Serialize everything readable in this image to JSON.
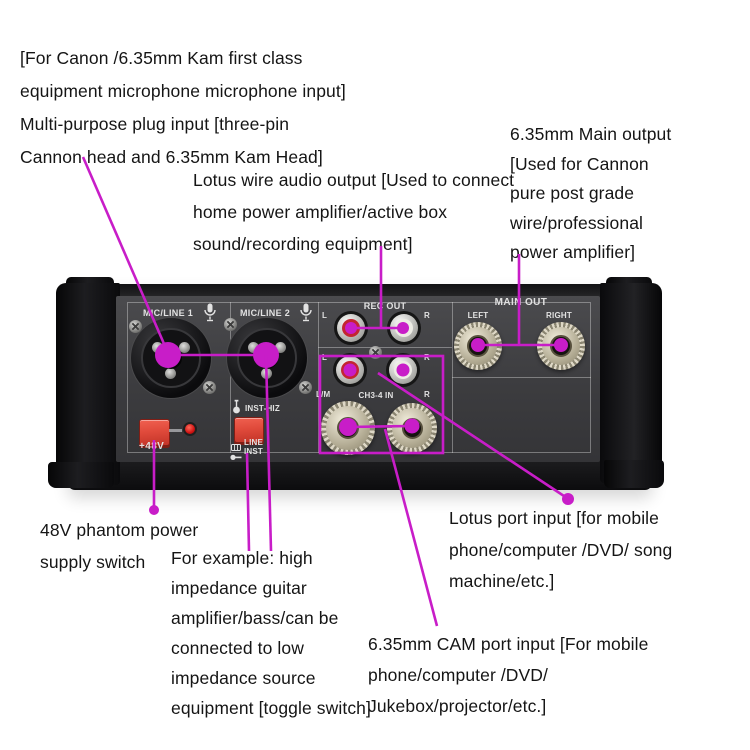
{
  "colors": {
    "annotation": "#c81dc8",
    "panel-light": "#4b4b4e",
    "panel-dark": "#343437",
    "chassis": "#1d1d1f",
    "label": "#e2e2e2",
    "rca-red": "#c32531",
    "rca-white": "#edece4",
    "button-red-hi": "#f06050",
    "text": "#151515"
  },
  "callouts": {
    "mic_input": {
      "lines": [
        "[For Canon /6.35mm Kam first class",
        "equipment microphone microphone input]",
        "Multi-purpose plug input [three-pin",
        "Cannon head and 6.35mm Kam Head]"
      ]
    },
    "lotus_output": {
      "lines": [
        "Lotus wire audio output [Used to connect",
        "home power amplifier/active box",
        "sound/recording equipment]"
      ]
    },
    "main_output": {
      "lines": [
        "6.35mm Main output",
        "[Used for Cannon",
        "pure post grade",
        "wire/professional",
        "power amplifier]"
      ]
    },
    "phantom_power": {
      "lines": [
        "48V phantom power",
        "supply switch"
      ]
    },
    "toggle_switch": {
      "lines": [
        "For example: high",
        "impedance guitar",
        "amplifier/bass/can be",
        "connected to low",
        "impedance source",
        "equipment [toggle switch]"
      ]
    },
    "lotus_input": {
      "lines": [
        "Lotus port input [for mobile",
        "phone/computer /DVD/ song",
        "machine/etc.]"
      ]
    },
    "cam_input": {
      "lines": [
        "6.35mm CAM port input [For mobile",
        "phone/computer /DVD/",
        "Jukebox/projector/etc.]"
      ]
    }
  },
  "mixer": {
    "mic1": {
      "label": "MIC/LINE 1"
    },
    "mic2": {
      "label": "MIC/LINE 2"
    },
    "phantom": {
      "button": "+48V"
    },
    "inst": {
      "title": "INST-HIZ",
      "line": "LINE",
      "inst": "INST"
    },
    "rec": {
      "title": "REC OUT",
      "l": "L",
      "r": "R"
    },
    "ch34": {
      "l": "L",
      "r": "R",
      "lm": "L/M",
      "title": "CH3-4 IN",
      "rj": "R"
    },
    "main": {
      "title": "MAIN OUT",
      "left": "LEFT",
      "right": "RIGHT"
    }
  }
}
